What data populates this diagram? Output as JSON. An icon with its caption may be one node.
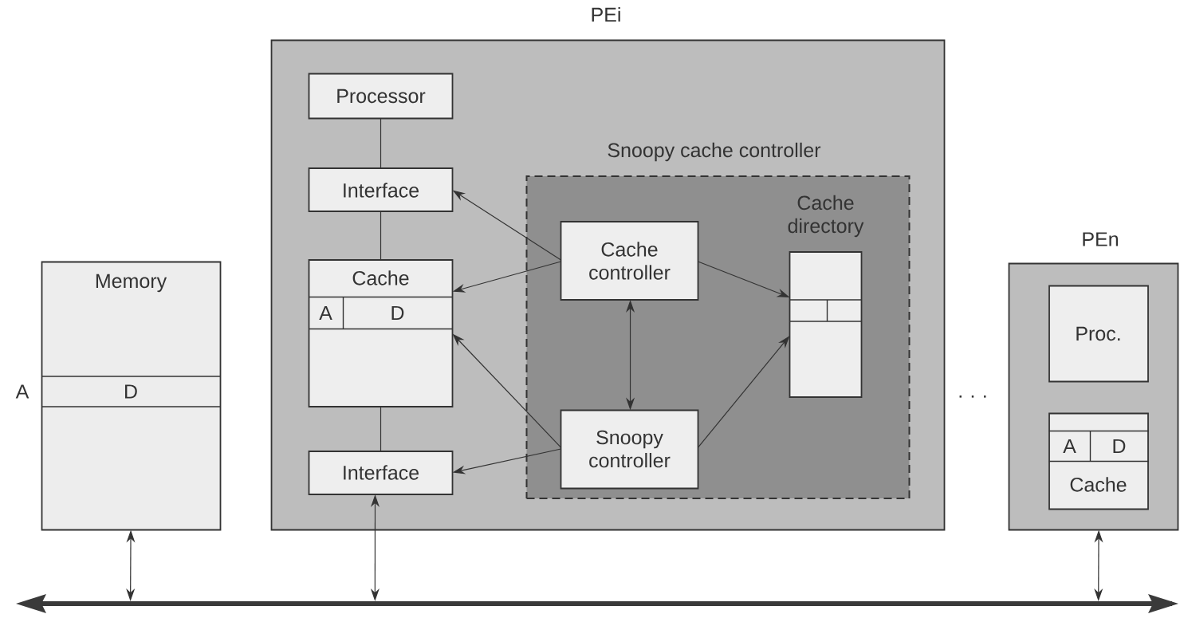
{
  "diagram": {
    "nodes": [
      {
        "text": [
          "Memory",
          "D"
        ],
        "beside": [
          "A"
        ]
      },
      {
        "text": [
          "PEi"
        ]
      },
      {
        "text": [
          "Processor"
        ],
        "in": 1
      },
      {
        "text": [
          "Interface"
        ],
        "in": 1
      },
      {
        "text": [
          "Cache",
          "A",
          "D"
        ],
        "in": 1
      },
      {
        "text": [
          "Interface"
        ],
        "in": 1
      },
      {
        "text": [
          "Snoopy cache controller"
        ],
        "in": 1
      },
      {
        "text": [
          "Cache controller"
        ],
        "in": 6
      },
      {
        "text": [
          "Cache directory"
        ],
        "in": 6
      },
      {
        "text": [
          "Snoopy controller"
        ],
        "in": 6
      },
      {
        "text": [
          "PEn"
        ]
      },
      {
        "text": [
          "Proc."
        ],
        "in": 10
      },
      {
        "text": [
          "A",
          "D",
          "Cache"
        ],
        "in": 10
      },
      {
        "text": [],
        "shape": "bar"
      }
    ],
    "edges": [
      {
        "from": 2,
        "to": 3,
        "arrow": "none"
      },
      {
        "from": 3,
        "to": 4,
        "arrow": "none"
      },
      {
        "from": 4,
        "to": 5,
        "arrow": "none"
      },
      {
        "from": 5,
        "to": 13,
        "arrow": "both"
      },
      {
        "from": 0,
        "to": 13,
        "arrow": "both"
      },
      {
        "from": 10,
        "to": 13,
        "arrow": "both"
      },
      {
        "from": 7,
        "to": 3,
        "arrow": "to"
      },
      {
        "from": 7,
        "to": 4,
        "arrow": "to"
      },
      {
        "from": 7,
        "to": 8,
        "arrow": "to"
      },
      {
        "from": 7,
        "to": 9,
        "arrow": "both"
      },
      {
        "from": 9,
        "to": 4,
        "arrow": "to"
      },
      {
        "from": 9,
        "to": 5,
        "arrow": "to"
      },
      {
        "from": 9,
        "to": 8,
        "arrow": "to"
      }
    ],
    "labels": [
      "· · ·"
    ]
  }
}
